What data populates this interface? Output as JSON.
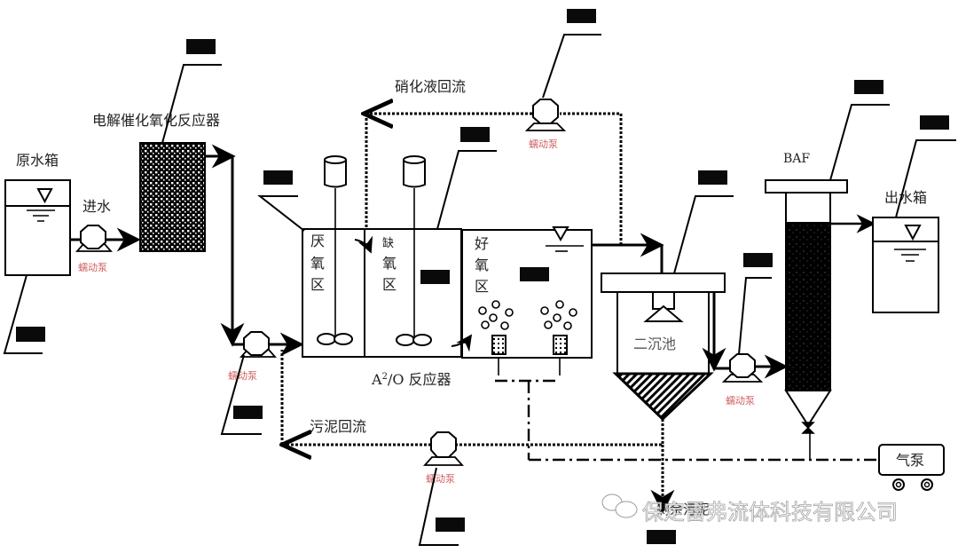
{
  "title": "电解催化氧化 + A2/O + BAF 工艺流程图",
  "units": {
    "raw_tank": {
      "label": "原水箱"
    },
    "inlet": {
      "label": "进水"
    },
    "ecat_reactor": {
      "label": "电解催化氧化反应器"
    },
    "a2o_reactor": {
      "label_prefix": "A",
      "label_sup": "2",
      "label_suffix": "/O 反应器",
      "zones": {
        "anaerobic": [
          "厌",
          "氧",
          "区"
        ],
        "anoxic": [
          "缺",
          "氧",
          "区"
        ],
        "aerobic": [
          "好",
          "氧",
          "区"
        ]
      }
    },
    "clarifier": {
      "label": "二沉池"
    },
    "baf": {
      "label": "BAF"
    },
    "effluent_tank": {
      "label": "出水箱"
    },
    "air_pump": {
      "label": "气泵"
    }
  },
  "flows": {
    "nitrate_recycle": "硝化液回流",
    "sludge_recycle": "污泥回流",
    "excess_sludge": "剩余污泥"
  },
  "pump_label": "蠕动泵",
  "watermark": "保定雷弗流体科技有限公司",
  "colors": {
    "line": "#000000",
    "pump_label": "#d06060",
    "redaction": "#0a0a0a"
  }
}
